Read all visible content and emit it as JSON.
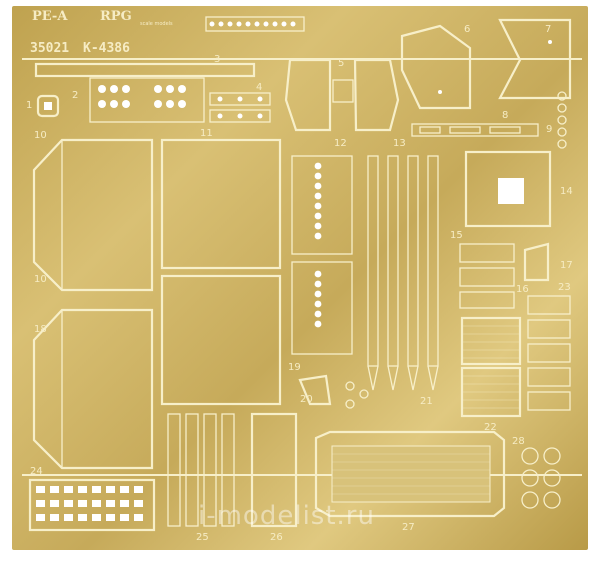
{
  "fret": {
    "brand_left": "PE-A",
    "brand_right": "RPG",
    "brand_small": "scale models",
    "product_code": "35021",
    "kit_code": "K-4386",
    "watermark": "i-modelist.ru",
    "colors": {
      "brass": "#cdb263",
      "etch": "#f7efc9",
      "background": "#ffffff"
    },
    "part_numbers": {
      "p1": "1",
      "p2": "2",
      "p3": "3",
      "p4": "4",
      "p5": "5",
      "p6": "6",
      "p7": "7",
      "p8": "8",
      "p9": "9",
      "p10a": "10",
      "p10b": "10",
      "p11": "11",
      "p12": "12",
      "p13": "13",
      "p14": "14",
      "p15": "15",
      "p16": "16",
      "p17": "17",
      "p18": "18",
      "p19": "19",
      "p20": "20",
      "p21": "21",
      "p22": "22",
      "p23": "23",
      "p24": "24",
      "p25": "25",
      "p26": "26",
      "p27": "27",
      "p28": "28"
    }
  }
}
